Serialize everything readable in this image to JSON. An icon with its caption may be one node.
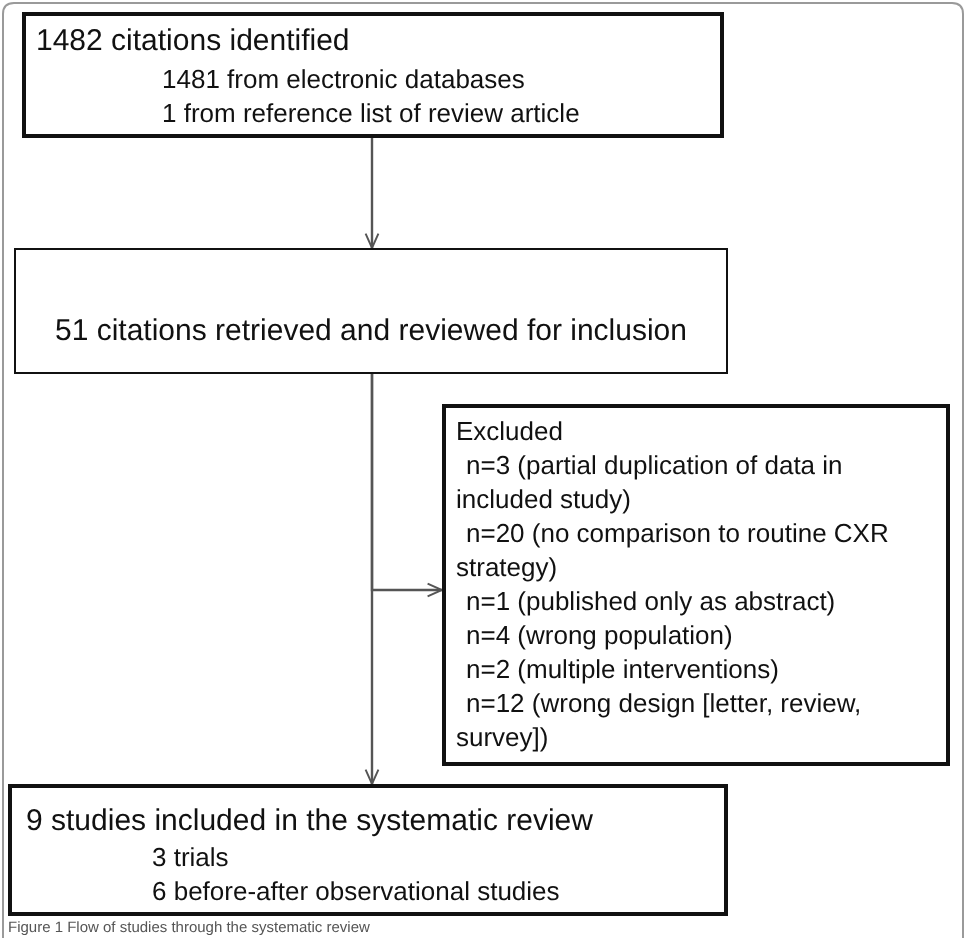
{
  "diagram": {
    "caption": "Figure 1 Flow of studies through the systematic review",
    "nodes": [
      {
        "text": [
          "1482 citations identified",
          "1481 from electronic databases",
          "1 from reference list of review article"
        ]
      },
      {
        "text": [
          "51 citations retrieved and reviewed for inclusion"
        ]
      },
      {
        "text": [
          "Excluded",
          "n=3 (partial duplication of data in included study)",
          "n=20 (no comparison to routine CXR strategy)",
          "n=1 (published only as abstract)",
          "n=4 (wrong population)",
          "n=2 (multiple interventions)",
          "n=12 (wrong design [letter, review, survey])"
        ]
      },
      {
        "text": [
          "9 studies included in the systematic review",
          "3 trials",
          "6 before-after observational studies"
        ]
      }
    ],
    "edges": [
      {
        "from": 0,
        "to": 1,
        "arrow": "to"
      },
      {
        "from": 1,
        "to": 2,
        "arrow": "to"
      },
      {
        "from": 1,
        "to": 3,
        "arrow": "to"
      }
    ]
  }
}
